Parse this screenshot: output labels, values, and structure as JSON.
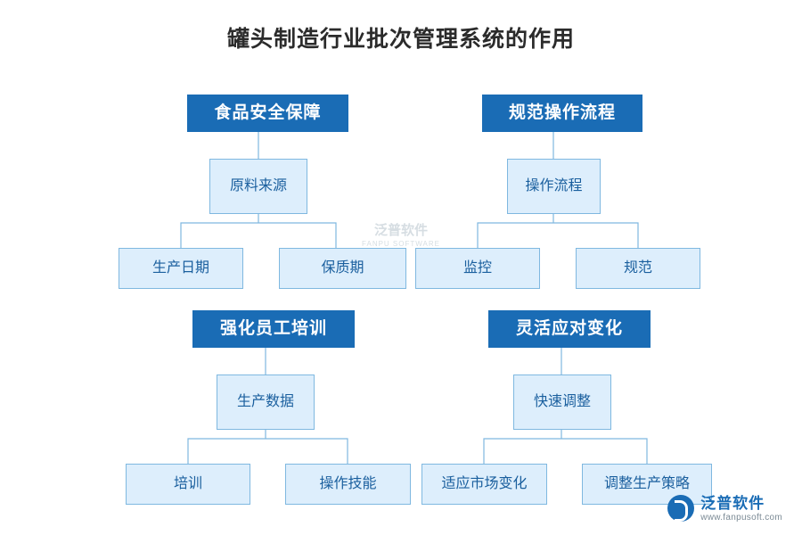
{
  "title": "罐头制造行业批次管理系统的作用",
  "groups": [
    {
      "id": "food-safety",
      "header": "食品安全保障",
      "mid": "原料来源",
      "leaves": [
        "生产日期",
        "保质期"
      ]
    },
    {
      "id": "standard-process",
      "header": "规范操作流程",
      "mid": "操作流程",
      "leaves": [
        "监控",
        "规范"
      ]
    },
    {
      "id": "staff-training",
      "header": "强化员工培训",
      "mid": "生产数据",
      "leaves": [
        "培训",
        "操作技能"
      ]
    },
    {
      "id": "flexible-change",
      "header": "灵活应对变化",
      "mid": "快速调整",
      "leaves": [
        "适应市场变化",
        "调整生产策略"
      ]
    }
  ],
  "watermark": {
    "center_text": "泛普软件",
    "center_sub": "FANPU SOFTWARE"
  },
  "brand": {
    "name": "泛普软件",
    "url": "www.fanpusoft.com"
  },
  "colors": {
    "header_bg": "#1a6cb5",
    "node_bg": "#ddeefc",
    "node_border": "#7fb8e0",
    "node_text": "#1a5f9e",
    "title_text": "#2b2b2b"
  }
}
